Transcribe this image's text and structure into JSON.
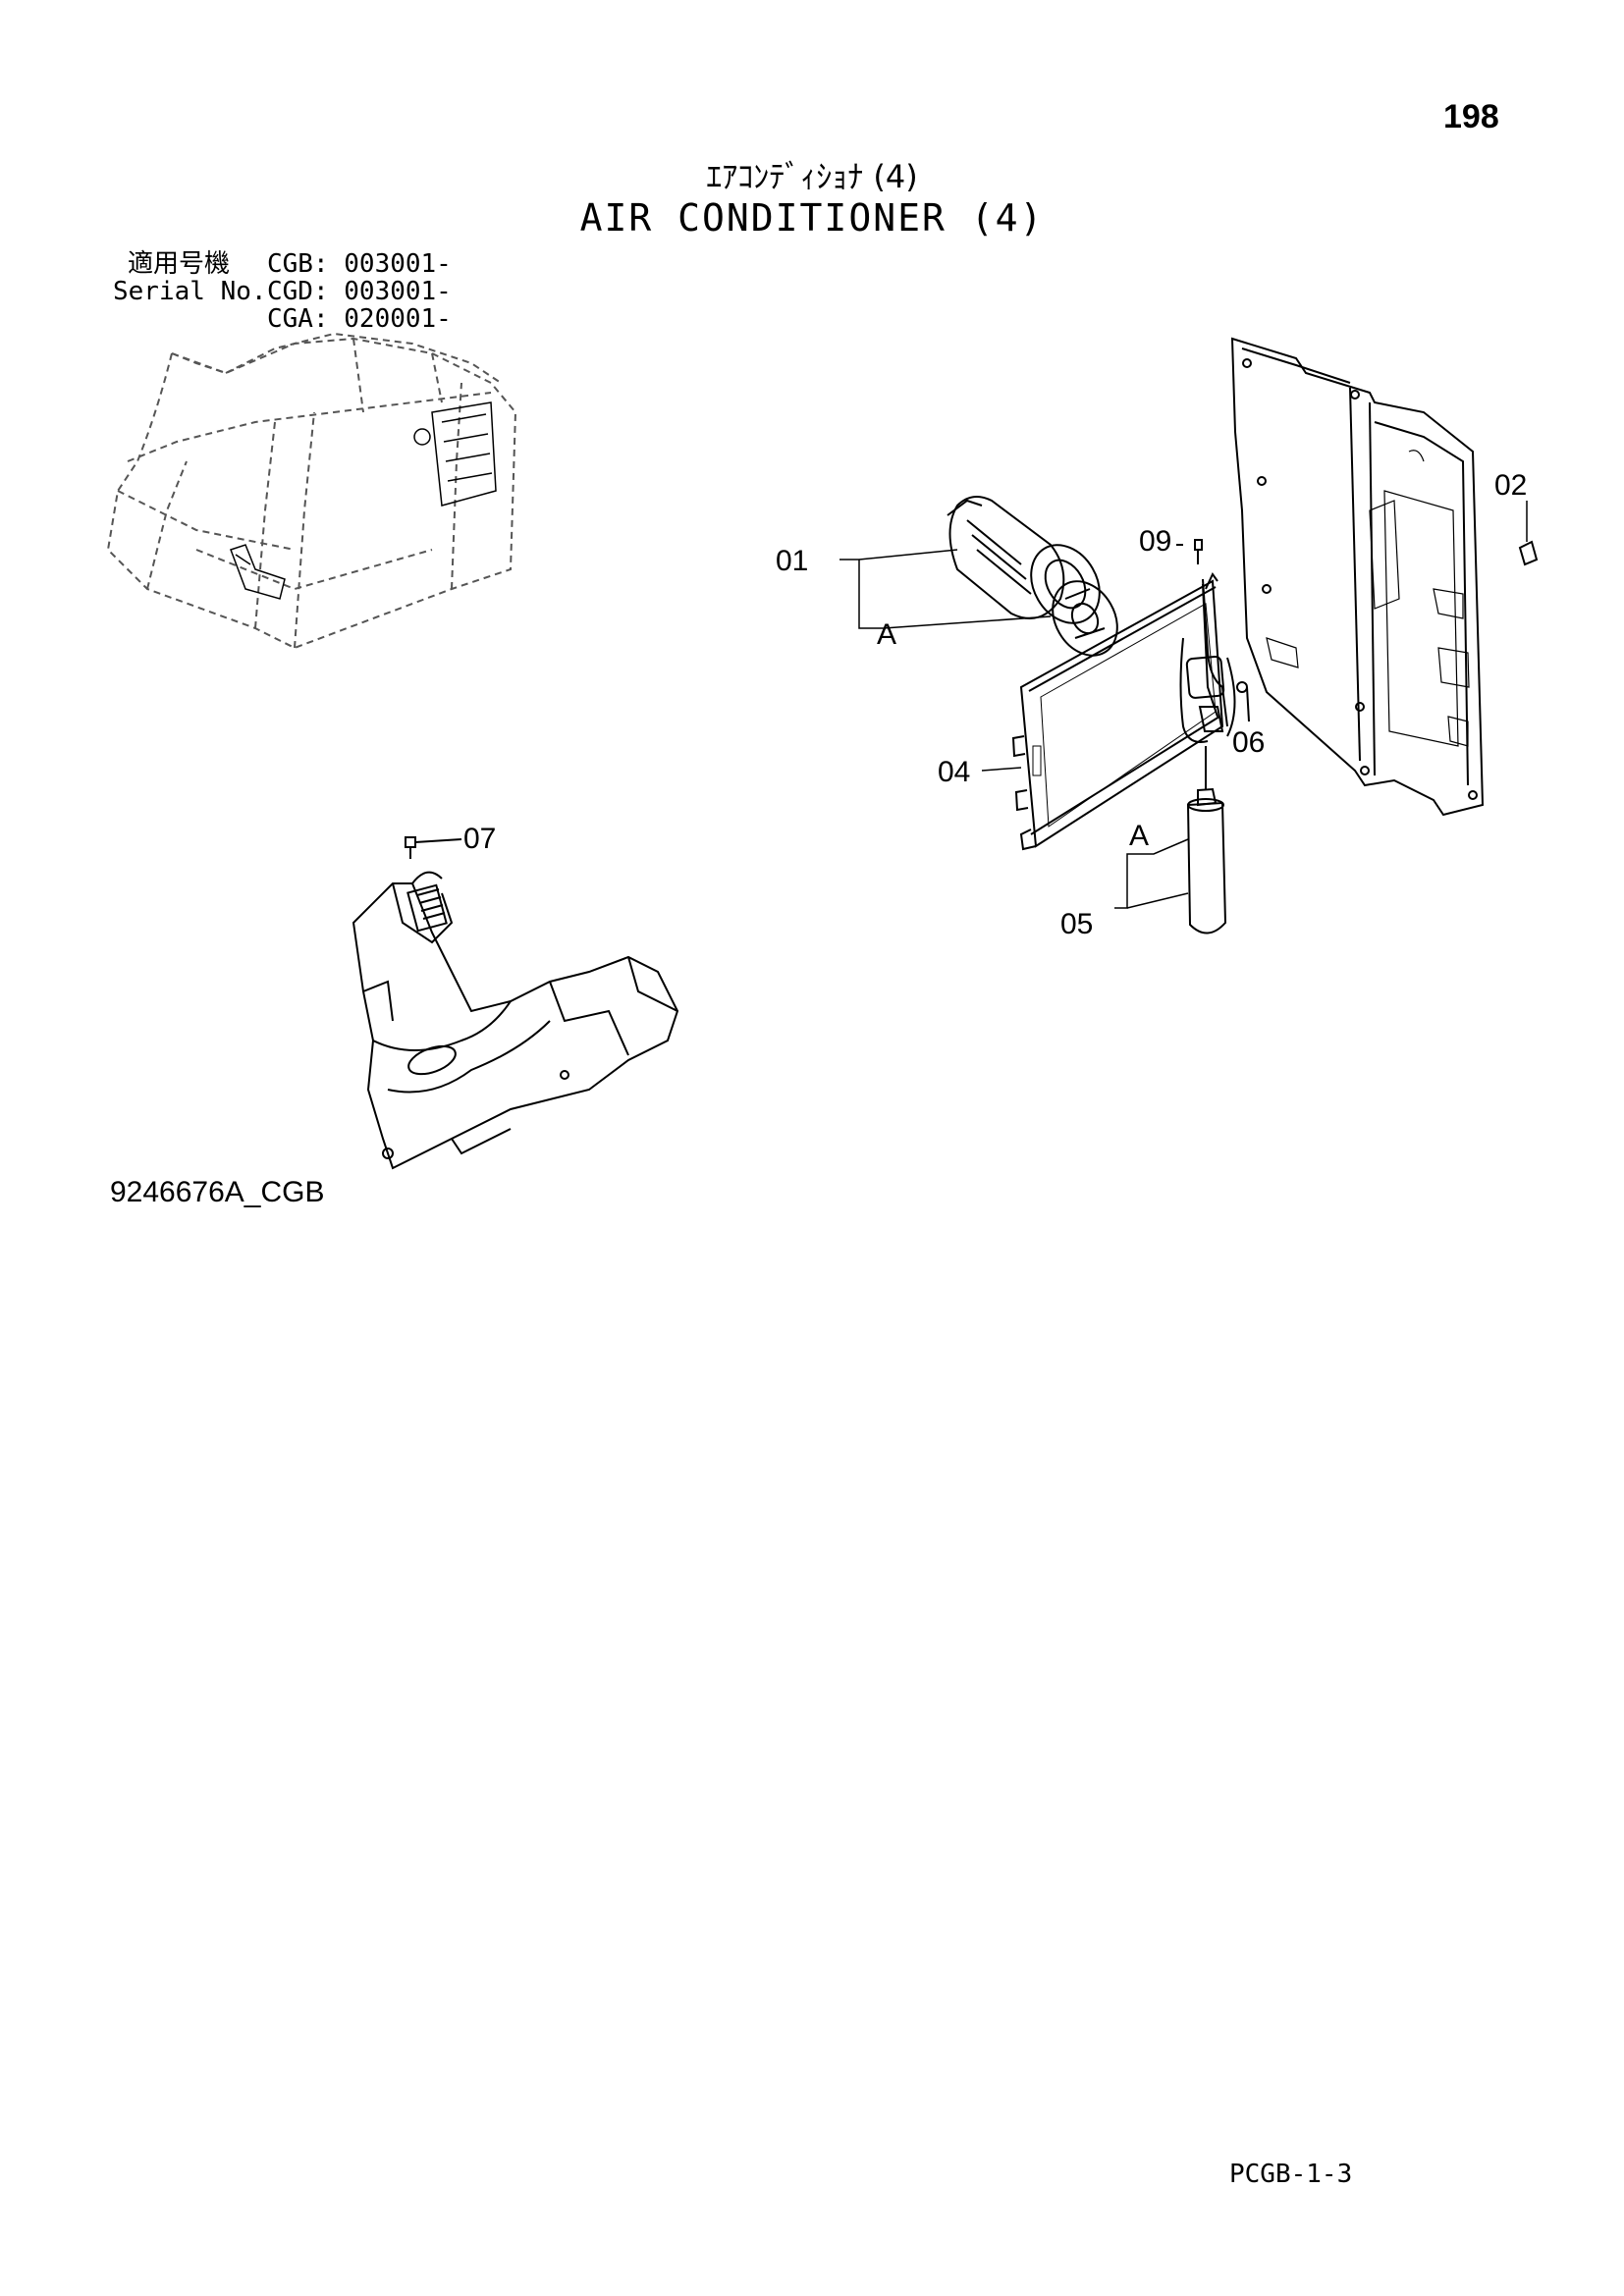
{
  "page": {
    "number": "198",
    "title_ja": "ｴｱｺﾝﾃﾞｨｼｮﾅ (4)",
    "title_en": "AIR CONDITIONER (4)",
    "drawing_number": "9246676A_CGB",
    "footer_code": "PCGB-1-3"
  },
  "serial": {
    "label_ja": "適用号機",
    "label_en": "Serial No.",
    "ranges": [
      "CGB: 003001-",
      "CGD: 003001-",
      "CGA: 020001-"
    ]
  },
  "callouts": {
    "c01": "01",
    "c02": "02",
    "c04": "04",
    "c05": "05",
    "c06": "06",
    "c07": "07",
    "c09": "09",
    "a1": "A",
    "a2": "A"
  }
}
